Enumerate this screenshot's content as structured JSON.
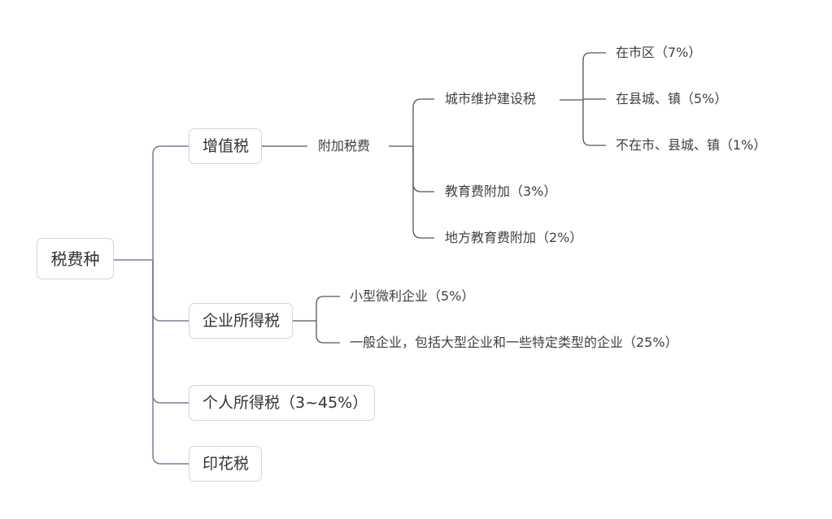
{
  "root": "税费种",
  "branches": {
    "vat": "增值税",
    "surcharge": "附加税费",
    "urban_tax": "城市维护建设税",
    "urban_city": "在市区（7%）",
    "urban_county": "在县城、镇（5%）",
    "urban_other": "不在市、县城、镇（1%）",
    "edu": "教育费附加（3%）",
    "local_edu": "地方教育费附加（2%）",
    "cit": "企业所得税",
    "cit_small": "小型微利企业（5%）",
    "cit_general": "一般企业，包括大型企业和一些特定类型的企业（25%）",
    "pit": "个人所得税（3~45%）",
    "stamp": "印花税"
  },
  "colors": {
    "root_connector": "#7d7aa0",
    "sub_connector": "#555555",
    "node_border": "#d6d6d6",
    "text": "#333333"
  }
}
